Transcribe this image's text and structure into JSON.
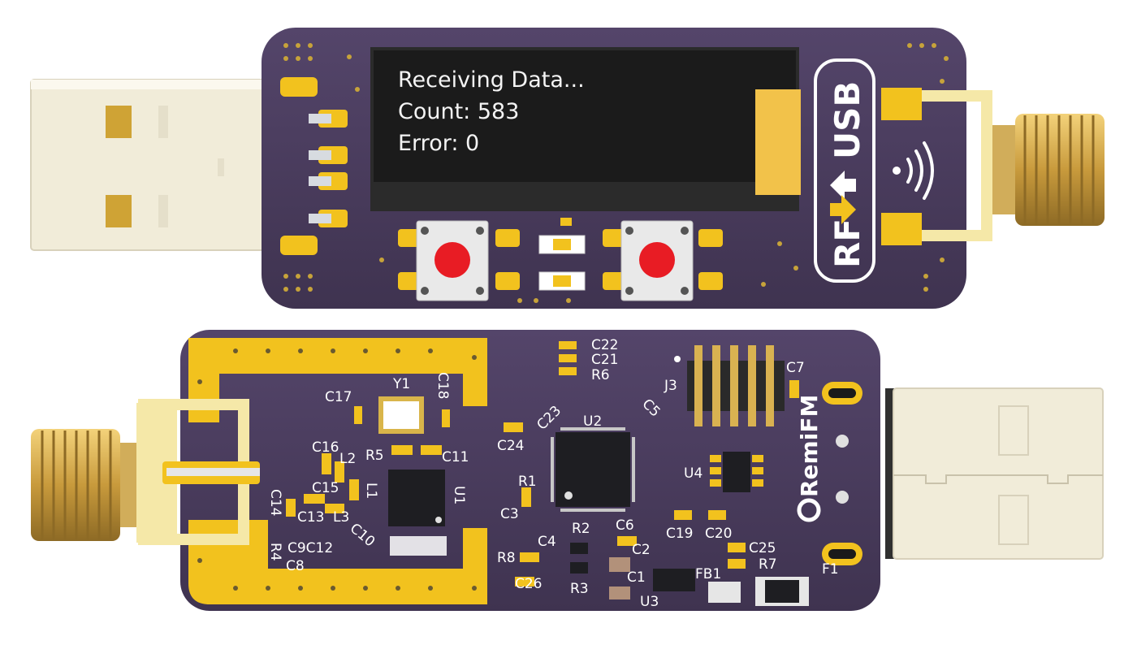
{
  "oled": {
    "line1": "Receiving Data...",
    "line2": "Count: 583",
    "line3": "Error: 0"
  },
  "top_board": {
    "logo_rf": "RF",
    "logo_usb": "USB"
  },
  "bottom_board": {
    "brand": "RemiFM",
    "labels": {
      "c22": "C22",
      "c21": "C21",
      "r6": "R6",
      "j3": "J3",
      "c7": "C7",
      "y1": "Y1",
      "c17": "C17",
      "c18": "C18",
      "c23": "C23",
      "u2": "U2",
      "c5": "C5",
      "c24": "C24",
      "c16": "C16",
      "l2": "L2",
      "r5": "R5",
      "c11": "C11",
      "c15": "C15",
      "l1": "L1",
      "u1": "U1",
      "u4": "U4",
      "c14": "C14",
      "c13": "C13",
      "l3": "L3",
      "r1": "R1",
      "c3": "C3",
      "c10": "C10",
      "c4": "C4",
      "r2": "R2",
      "c6": "C6",
      "c19": "C19",
      "c20": "C20",
      "c9c12": "C9C12",
      "r4": "R4",
      "c8": "C8",
      "c2": "C2",
      "c25": "C25",
      "r8": "R8",
      "c1": "C1",
      "fb1": "FB1",
      "r7": "R7",
      "f1": "F1",
      "c26": "C26",
      "r3": "R3",
      "u3": "U3"
    }
  },
  "colors": {
    "pcb": "#4b3d59",
    "gold": "#f2c21e",
    "oled_bg": "#1b1b1b",
    "button_red": "#e81c24",
    "usb_plug": "#f1ecd9",
    "sma_gold": "#d9b251"
  }
}
